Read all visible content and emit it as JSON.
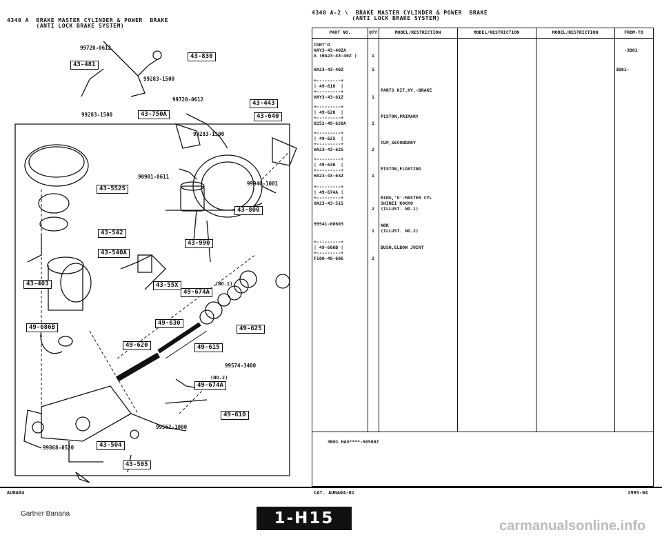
{
  "left_header": {
    "line1": "4340 A  BRAKE MASTER CYLINDER & POWER  BRAKE",
    "line2": "        (ANTI LOCK BRAKE SYSTEM)"
  },
  "right_header": {
    "line1": "4340 A-2 \\  BRAKE MASTER CYLINDER & POWER  BRAKE",
    "line2": "           (ANTI LOCK BRAKE SYSTEM)"
  },
  "diagram": {
    "callouts": [
      "43-481",
      "43-830",
      "43-750A",
      "43-443",
      "43-640",
      "43-552S",
      "43-800",
      "43-542",
      "43-540A",
      "43-990",
      "43-403",
      "43-55X",
      "49-674A",
      "49-686B",
      "49-630",
      "49-625",
      "49-620",
      "49-615",
      "49-674A",
      "49-610",
      "43-504",
      "43-505"
    ],
    "part_numbers": [
      "99720-0612",
      "99283-1500",
      "99720-0612",
      "99283-1500",
      "99283-1500",
      "90901-0611",
      "99940-1001",
      "99574-3400",
      "99562-1000",
      "99868-0520"
    ],
    "notes": [
      "(NO.1)",
      "(NO.2)"
    ]
  },
  "table": {
    "headers": [
      "PART NO.",
      "QTY",
      "MODEL/RESTRICTION",
      "MODEL/RESTRICTION",
      "MODEL/RESTRICTION",
      "FROM-TO"
    ],
    "rows": [
      {
        "part": "CONT'D\nHAY3-43-40ZA\nA (HA23-43-40Z )",
        "qty": "1",
        "desc": "",
        "from": "-3B01"
      },
      {
        "part": "HA23-43-40Z",
        "qty": "1",
        "desc": "",
        "from": "3B01-"
      },
      {
        "part": "+---------+\n| 49-610  |\n+---------+\nHAY3-43-61Z",
        "qty": "1",
        "desc": "PARTS KIT,HY.-BRAKE",
        "from": ""
      },
      {
        "part": "+---------+\n| 49-620  |\n+---------+\n8252-49-620A",
        "qty": "1",
        "desc": "PISTON,PRIMARY",
        "from": ""
      },
      {
        "part": "+---------+\n| 49-625  |\n+---------+\nHA23-43-625",
        "qty": "2",
        "desc": "CUP,SECONDARY",
        "from": ""
      },
      {
        "part": "+---------+\n| 49-630  |\n+---------+\nHA23-43-63Z",
        "qty": "1",
        "desc": "PISTON,FLOATING",
        "from": ""
      },
      {
        "part": "+---------+\n| 49-674A |\n+---------+\nHA23-43-515",
        "qty": "2",
        "desc": "RING,'O'-MASTER CYL\nSHINEI KOGYO\n(ILLUST. NO.1)",
        "from": ""
      },
      {
        "part": "99541-00603",
        "qty": "1",
        "desc": "NOK\n(ILLUST. NO.2)",
        "from": ""
      },
      {
        "part": "+---------+\n| 49-686B |\n+---------+\nF100-49-686",
        "qty": "2",
        "desc": "BUSH,ELBOW JOINT",
        "from": ""
      }
    ],
    "footer": "3B01 HA3****-505807"
  },
  "bottom": {
    "left_tag": "AUNA04",
    "cat": "CAT.  AUNA04-01",
    "date": "1995-04",
    "page": "1-H15",
    "watermark_left": "Gartner Banana",
    "watermark_right": "carmanualsonline.info"
  }
}
